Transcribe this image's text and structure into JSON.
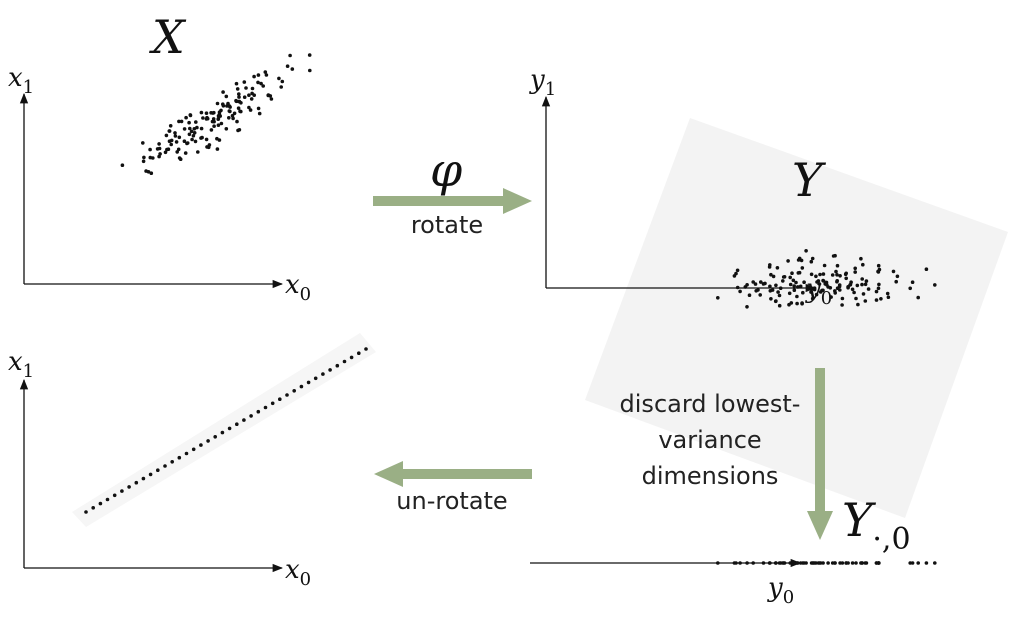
{
  "panels": {
    "top_left": {
      "title": "X",
      "x_axis": "x",
      "x_sub": "0",
      "y_axis": "x",
      "y_sub": "1"
    },
    "top_right": {
      "title": "Y",
      "x_axis": "y",
      "x_sub": "0",
      "y_axis": "y",
      "y_sub": "1"
    },
    "bottom_left": {
      "x_axis": "x",
      "x_sub": "0",
      "y_axis": "x",
      "y_sub": "1"
    },
    "bottom_right": {
      "title": "Y",
      "title_sub": "·,0",
      "x_axis": "y",
      "x_sub": "0"
    }
  },
  "arrows": {
    "rotate": {
      "symbol": "φ",
      "label": "rotate"
    },
    "discard": {
      "lines": [
        "discard lowest-",
        "variance",
        "dimensions"
      ]
    },
    "unrotate": {
      "label": "un-rotate"
    }
  },
  "colors": {
    "arrow": "#9aaf85",
    "points": "#111111",
    "axes": "#111111",
    "shade": "#f4f4f4"
  }
}
